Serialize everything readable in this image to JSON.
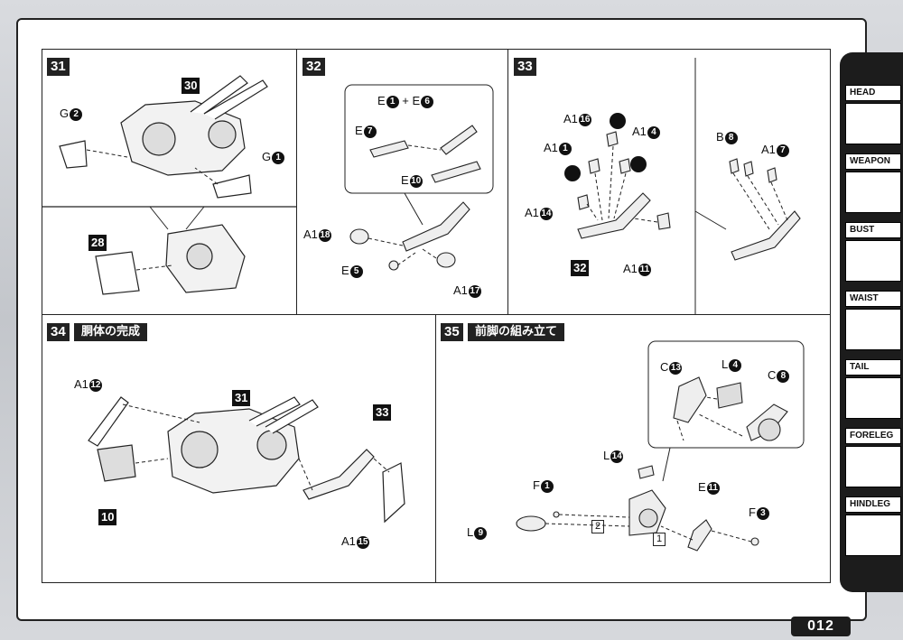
{
  "page_number": "012",
  "sidebar": {
    "tabs": [
      {
        "label": "HEAD"
      },
      {
        "label": "WEAPON"
      },
      {
        "label": "BUST"
      },
      {
        "label": "WAIST"
      },
      {
        "label": "TAIL"
      },
      {
        "label": "FORELEG"
      },
      {
        "label": "HINDLEG"
      }
    ]
  },
  "steps": {
    "s31": {
      "number": "31",
      "callout_30": "30",
      "callout_28": "28",
      "g2_letter": "G",
      "g2_num": "2",
      "g1_letter": "G",
      "g1_num": "1"
    },
    "s32": {
      "number": "32",
      "e1_letter": "E",
      "e1_num": "1",
      "plus": "+",
      "e6_letter": "E",
      "e6_num": "6",
      "e7_letter": "E",
      "e7_num": "7",
      "e10_letter": "E",
      "e10_num": "10",
      "a18_letter": "A1",
      "a18_num": "18",
      "e5_letter": "E",
      "e5_num": "5",
      "a17_letter": "A1",
      "a17_num": "17"
    },
    "s33": {
      "number": "33",
      "a16_letter": "A1",
      "a16_num": "16",
      "a1_letter": "A1",
      "a1_num": "1",
      "a4_letter": "A1",
      "a4_num": "4",
      "a14_letter": "A1",
      "a14_num": "14",
      "a11_letter": "A1",
      "a11_num": "11",
      "callout_32": "32",
      "b8_letter": "B",
      "b8_num": "8",
      "a7_letter": "A1",
      "a7_num": "7"
    },
    "s34": {
      "number": "34",
      "title": "胴体の完成",
      "a12_letter": "A1",
      "a12_num": "12",
      "callout_31": "31",
      "callout_33": "33",
      "callout_10": "10",
      "a15_letter": "A1",
      "a15_num": "15"
    },
    "s35": {
      "number": "35",
      "title": "前脚の組み立て",
      "c13_letter": "C",
      "c13_num": "13",
      "l4_letter": "L",
      "l4_num": "4",
      "c8_letter": "C",
      "c8_num": "8",
      "l14_letter": "L",
      "l14_num": "14",
      "f1_letter": "F",
      "f1_num": "1",
      "e11_letter": "E",
      "e11_num": "11",
      "f3_letter": "F",
      "f3_num": "3",
      "l9_letter": "L",
      "l9_num": "9",
      "order_2": "2",
      "order_1": "1"
    }
  }
}
